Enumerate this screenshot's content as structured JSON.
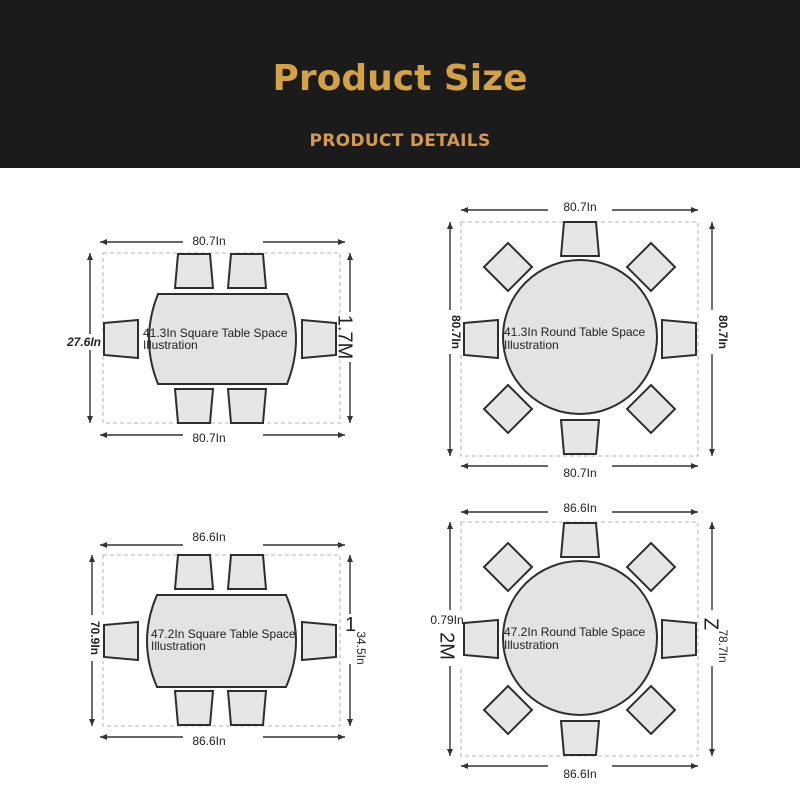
{
  "header": {
    "title": "Product Size",
    "subtitle": "PRODUCT DETAILS",
    "bg_color": "#1b1b1b",
    "accent_color": "#d4a245"
  },
  "diagrams": [
    {
      "id": "rect-small",
      "caption_line1": "41.3In Square Table Space",
      "caption_line2": "Illustration",
      "top_width": "80.7In",
      "bottom_width": "80.7In",
      "left_height": "27.6In",
      "right_height": "1.7M"
    },
    {
      "id": "round-small",
      "caption_line1": "41.3In Round Table Space",
      "caption_line2": "Illustration",
      "top_width": "80.7In",
      "bottom_width": "80.7In",
      "left_height": "80.7In",
      "right_height": "80.7In"
    },
    {
      "id": "rect-large",
      "caption_line1": "47.2In Square Table Space",
      "caption_line2": "Illustration",
      "top_width": "86.6In",
      "bottom_width": "86.6In",
      "left_height": "70.9In",
      "right_height": "34.5In"
    },
    {
      "id": "round-large",
      "caption_line1": "47.2In Round Table Space",
      "caption_line2": "Illustration",
      "top_width": "86.6In",
      "bottom_width": "86.6In",
      "left_height": "0.79In",
      "left_height_metric": "2M",
      "right_height": "78.7In"
    }
  ]
}
